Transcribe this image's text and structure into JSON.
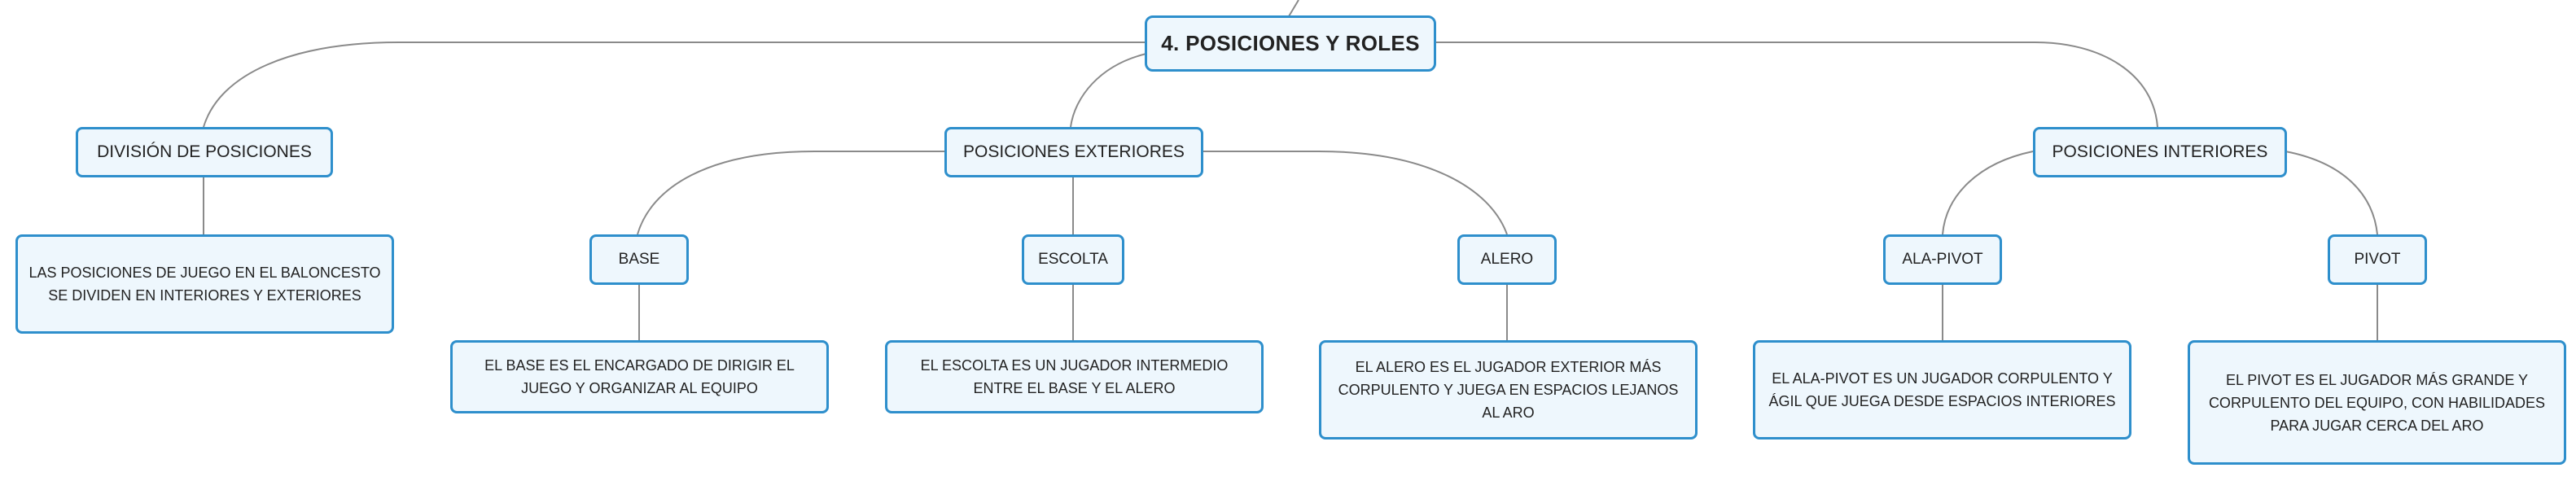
{
  "root": {
    "title": "4. POSICIONES Y ROLES"
  },
  "division": {
    "title": "DIVISIÓN DE POSICIONES",
    "description": "LAS POSICIONES DE JUEGO EN EL BALONCESTO SE DIVIDEN EN INTERIORES Y EXTERIORES"
  },
  "exteriores": {
    "title": "POSICIONES EXTERIORES",
    "children": [
      {
        "title": "BASE",
        "description": "EL BASE ES EL ENCARGADO DE DIRIGIR EL JUEGO Y ORGANIZAR AL EQUIPO"
      },
      {
        "title": "ESCOLTA",
        "description": "EL ESCOLTA ES UN JUGADOR INTERMEDIO ENTRE EL BASE Y EL ALERO"
      },
      {
        "title": "ALERO",
        "description": "EL ALERO ES EL JUGADOR EXTERIOR MÁS CORPULENTO Y JUEGA EN ESPACIOS LEJANOS AL ARO"
      }
    ]
  },
  "interiores": {
    "title": "POSICIONES INTERIORES",
    "children": [
      {
        "title": "ALA-PIVOT",
        "description": "EL ALA-PIVOT ES UN JUGADOR CORPULENTO Y ÁGIL QUE JUEGA DESDE ESPACIOS INTERIORES"
      },
      {
        "title": "PIVOT",
        "description": "EL PIVOT ES EL JUGADOR MÁS GRANDE Y CORPULENTO DEL EQUIPO, CON HABILIDADES PARA JUGAR CERCA DEL ARO"
      }
    ]
  },
  "colors": {
    "border": "#2e8fcc",
    "fill": "#eef7fd",
    "line": "#8a8a8a",
    "text": "#222222"
  }
}
